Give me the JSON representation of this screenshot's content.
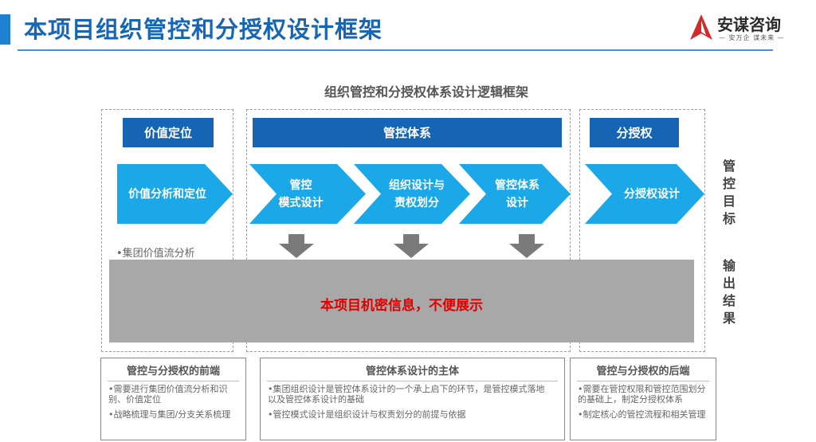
{
  "header": {
    "title": "本项目组织管控和分授权设计框架",
    "logo_name": "安谋咨询",
    "logo_tagline": "— 安万企 谋未来 —"
  },
  "diagram": {
    "subtitle": "组织管控和分授权体系设计逻辑框架",
    "columns": {
      "left": {
        "header": "价值定位",
        "arrow": "价值分析和定位",
        "bullet": "•集团价值流分析"
      },
      "middle": {
        "header": "管控体系",
        "arrows": [
          "管控\n模式设计",
          "组织设计与\n责权划分",
          "管控体系\n设计"
        ]
      },
      "right": {
        "header": "分授权",
        "arrow": "分授权设计"
      }
    },
    "side_labels": {
      "top": "管控目标",
      "bottom": "输出结果"
    },
    "confidential_text": "本项目机密信息，不便展示"
  },
  "bottom_boxes": [
    {
      "title": "管控与分授权的前端",
      "items": [
        "•需要进行集团价值流分析和识别、价值定位",
        "•战略梳理与集团/分支关系梳理"
      ]
    },
    {
      "title": "管控体系设计的主体",
      "items": [
        "•集团组织设计是管控体系设计的一个承上启下的环节，是管控模式落地以及管控体系设计的基础",
        "•管控模式设计是组织设计与权责划分的前提与依据"
      ]
    },
    {
      "title": "管控与分授权的后端",
      "items": [
        "•需要在管控权限和管控范围划分的基础上，制定分授权体系",
        "•制定核心的管控流程和相关管理"
      ]
    }
  ],
  "colors": {
    "title_blue": "#1566b8",
    "header_blue": "#1565b4",
    "arrow_blue": "#1ba8e8",
    "confidential_red": "#e00000"
  }
}
